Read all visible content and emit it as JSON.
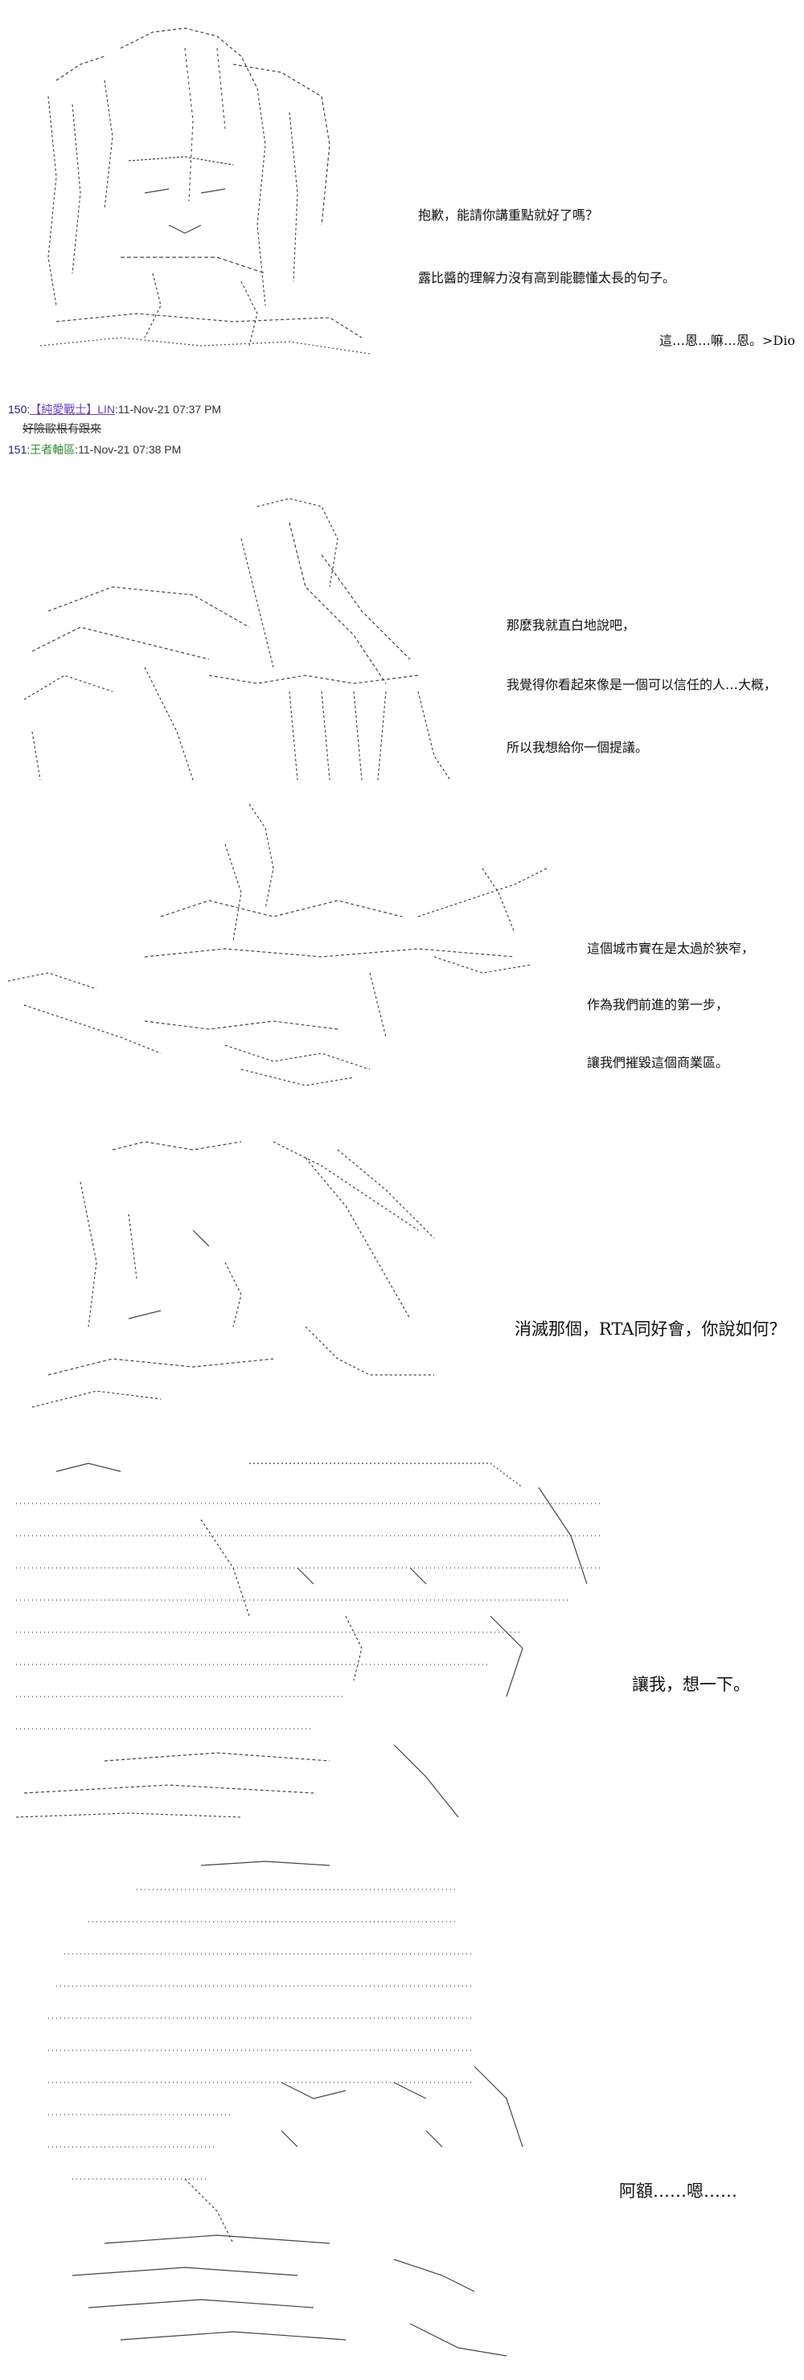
{
  "panels": [
    {
      "id": "panel1",
      "lines": [
        "抱歉，能請你講重點就好了嗎？",
        "露比醬的理解力沒有高到能聽懂太長的句子。",
        "這…恩…嘛…恩。>Dio"
      ]
    },
    {
      "id": "comments",
      "posts": [
        {
          "number": "150:",
          "name": "【純愛戰士】LIN",
          "time": ":11-Nov-21 07:37 PM",
          "body": "好險歐根有跟來"
        },
        {
          "number": "151:",
          "name": "王者軸區",
          "time": ":11-Nov-21 07:38 PM",
          "body": ""
        }
      ]
    },
    {
      "id": "panel2",
      "lines": [
        "那麼我就直白地說吧，",
        "我覺得你看起來像是一個可以信任的人…大概，",
        "所以我想給你一個提議。"
      ]
    },
    {
      "id": "panel3",
      "lines": [
        "這個城市實在是太過於狹窄，",
        "作為我們前進的第一步，",
        "讓我們摧毀這個商業區。"
      ]
    },
    {
      "id": "panel4",
      "lines": [
        "消滅那個，RTA同好會，你說如何？"
      ]
    },
    {
      "id": "panel5",
      "lines": [
        "讓我，想一下。"
      ]
    },
    {
      "id": "panel6",
      "lines": [
        "阿額……嗯……"
      ]
    }
  ],
  "colors": {
    "post_number": "#1a1a8c",
    "post_name_lin": "#6a3cc8",
    "post_name_king": "#2e8b2e",
    "art_stroke": "#333333"
  }
}
